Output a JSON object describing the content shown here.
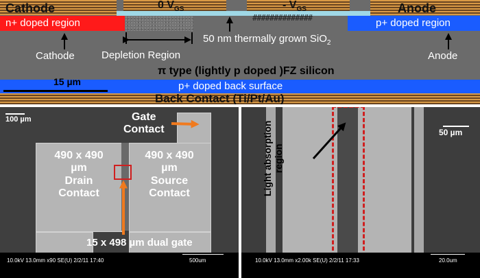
{
  "cross_section": {
    "cathode_contact": "Cathode",
    "gate_zero": "0 V",
    "gate_zero_sub": "GS",
    "gate_neg": "- V",
    "gate_neg_sub": "GS",
    "anode_contact": "Anode",
    "n_region": "n+ doped region",
    "p_region": "p+ doped region",
    "cathode_label": "Cathode",
    "depletion_label": "Depletion Region",
    "oxide_label": "50 nm thermally grown SiO",
    "oxide_sub": "2",
    "anode_label": "Anode",
    "substrate_label": "π  type (lightly p doped )FZ silicon",
    "scale_label": "15 µm",
    "back_surface": "p+ doped back surface",
    "back_contact": "Back Contact (Ti/Pt/Au)",
    "charge_marks": "##############"
  },
  "sem_left": {
    "scale": "100 µm",
    "gate_contact": "Gate\nContact",
    "drain": "490 x 490\nµm\nDrain\nContact",
    "source": "490 x 490\nµm\nSource\nContact",
    "dual_gate": "15 x 498 µm dual gate",
    "info": "10.0kV 13.0mm x90 SE(U) 2/2/11 17:40",
    "info_scale": "500um"
  },
  "sem_right": {
    "scale": "50 µm",
    "absorption": "Light absorption\nregion",
    "info": "10.0kV 13.0mm x2.00k SE(U) 2/2/11 17:33",
    "info_scale": "20.0um"
  },
  "colors": {
    "n_region": "#ff1a1a",
    "p_region": "#1a5cff",
    "oxide": "#9fd8e6",
    "metal": "#d99a45",
    "annotation_arrow": "#f07a1e",
    "highlight_box": "#d01f1f"
  }
}
